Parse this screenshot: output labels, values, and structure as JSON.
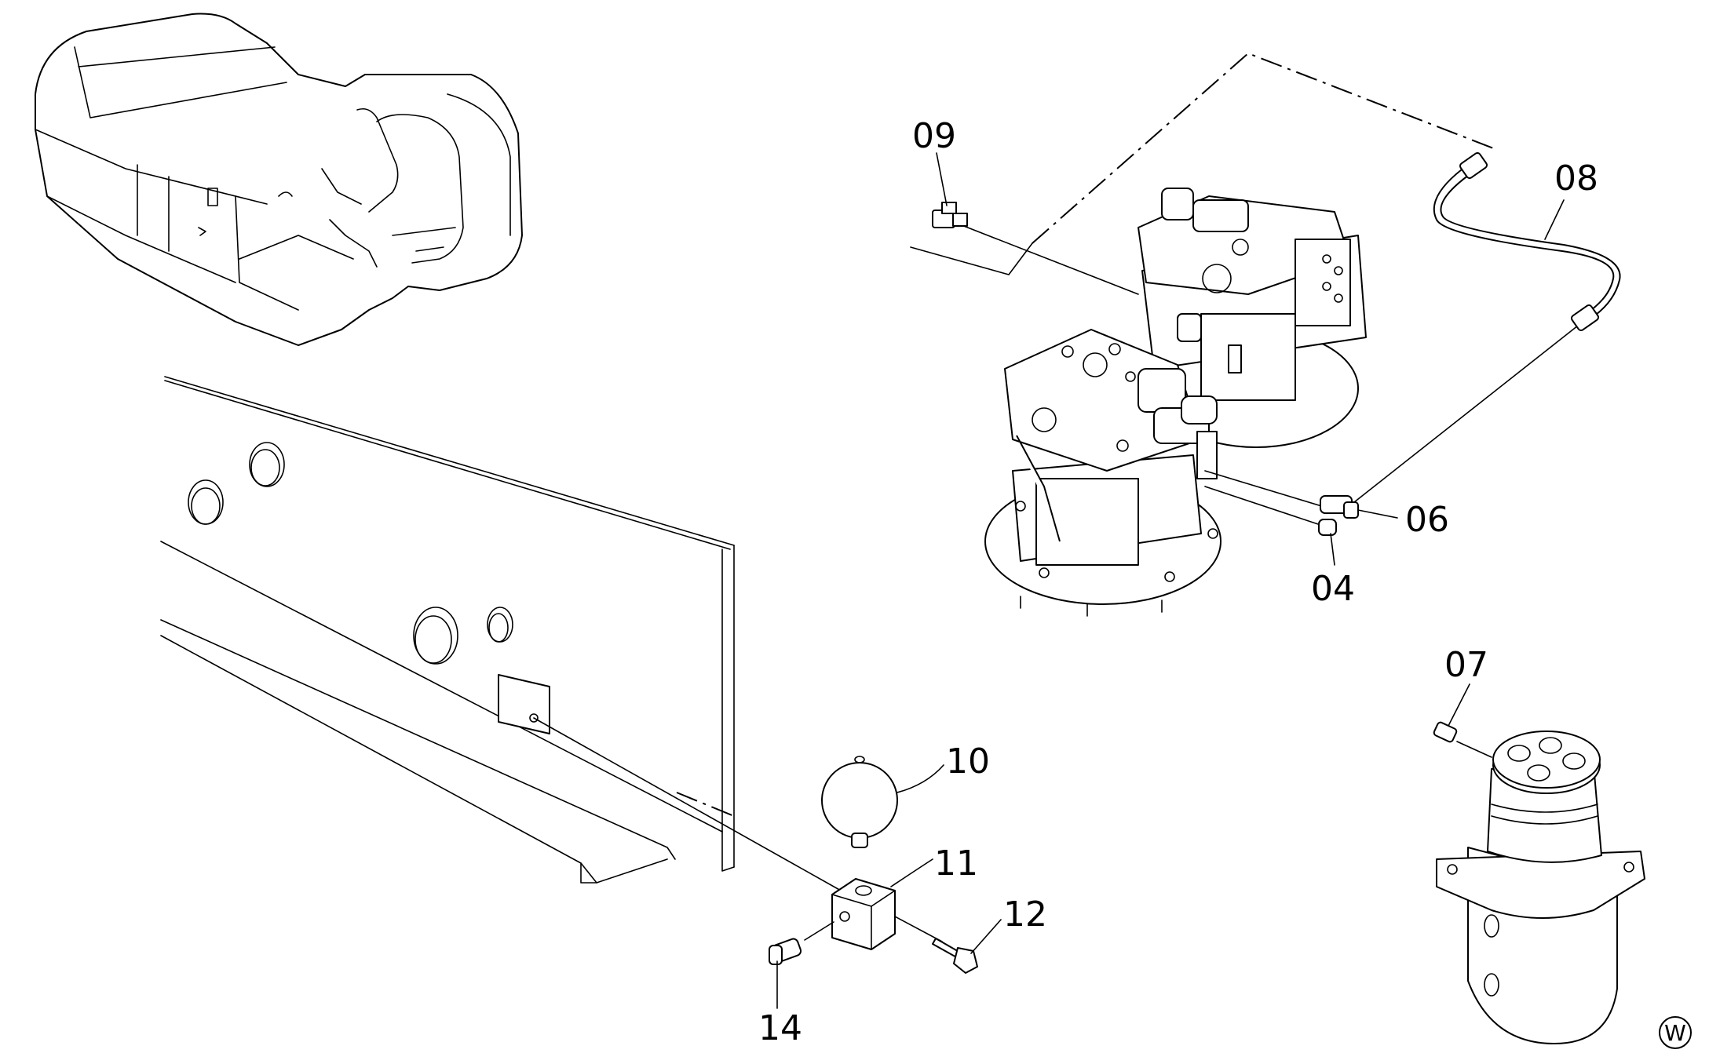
{
  "callouts": {
    "c09": "09",
    "c08": "08",
    "c06": "06",
    "c04": "04",
    "c07": "07",
    "c10": "10",
    "c11": "11",
    "c12": "12",
    "c14": "14"
  },
  "corner_mark": "W",
  "icons": {
    "excavator": "excavator-outline-icon",
    "swing_motor": "swing-motor-icon",
    "hose": "hose-icon",
    "accumulator": "accumulator-sphere-icon",
    "block": "manifold-block-icon",
    "bolt": "bolt-icon",
    "elbow": "elbow-fitting-icon",
    "swivel": "swivel-joint-icon"
  }
}
